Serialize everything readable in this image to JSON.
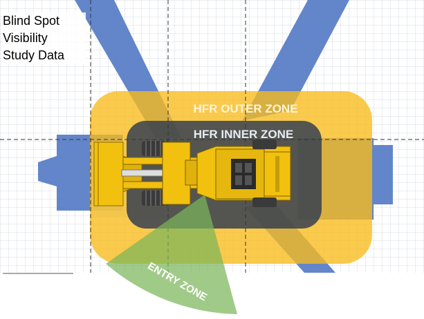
{
  "title": "Blind Spot\nVisibility\nStudy Data",
  "zones": {
    "outer": "HFR OUTER ZONE",
    "inner": "HFR INNER ZONE",
    "entry": "ENTRY ZONE"
  },
  "colors": {
    "blind_spot": "#5b7fc7",
    "outer_zone": "#f9bb1b",
    "inner_zone": "#2f3a52",
    "entry_zone": "#7cb55a",
    "machine": "#f2c10f",
    "grid": "#c8cfd8"
  },
  "icons": {
    "loader": "front-end-loader-icon"
  }
}
